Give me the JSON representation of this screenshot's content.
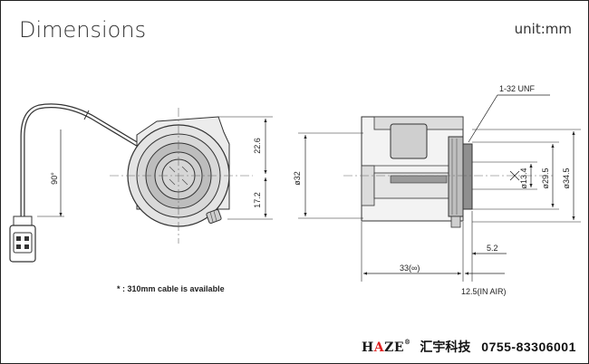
{
  "title": "Dimensions",
  "unit": "unit:mm",
  "dimensions": {
    "d_22_6": "22.6",
    "d_17_2": "17.2",
    "d_90deg": "90°",
    "d_phi32": "ø32",
    "d_phi13_4": "ø13.4",
    "d_phi29_5": "ø29.5",
    "d_phi34_5": "ø34.5",
    "d_5_2": "5.2",
    "d_33": "33(∞)",
    "d_12_5": "12.5(IN AIR)",
    "thread": "1-32 UNF"
  },
  "note": "* : 310mm  cable is available",
  "footer": {
    "brand_h": "H",
    "brand_a": "A",
    "brand_rest": "ZE",
    "brand_reg": "®",
    "company_cn": "汇宇科技",
    "phone": "0755-83306001"
  },
  "colors": {
    "brand_accent": "#e02020",
    "line": "#222222",
    "body_fill": "#e9e9e9",
    "dark_fill": "#9a9a9a"
  }
}
